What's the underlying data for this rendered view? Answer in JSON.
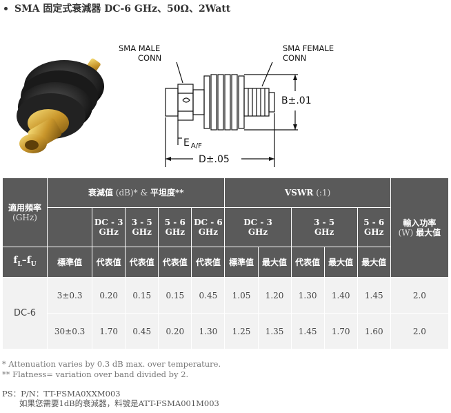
{
  "title": "SMA 固定式衰減器 DC-6 GHz、50Ω、2Watt",
  "drawing": {
    "male_label_1": "SMA MALE",
    "male_label_2": "CONN",
    "female_label_1": "SMA FEMALE",
    "female_label_2": "CONN",
    "dim_b": "B±.01",
    "dim_e": "E",
    "dim_e_sub": "A/F",
    "dim_d": "D±.05"
  },
  "table": {
    "col_freq": "適用頻率",
    "col_freq_unit": "(GHz)",
    "col_atten": "衰減值",
    "col_atten_unit": " (dB)* & ",
    "col_flat": "平坦度**",
    "col_vswr": "VSWR",
    "col_vswr_unit": " (:1)",
    "col_power": "輸入功率",
    "col_power_unit": "(W) ",
    "col_power_max": "最大值",
    "sub_dc3": "DC - 3",
    "sub_35": "3 - 5",
    "sub_56": "5 - 6",
    "sub_dc6": "DC - 6",
    "sub_ghz": "GHz",
    "fl": "f",
    "fl_sub": "L",
    "dash": "–",
    "fu": "f",
    "fu_sub": "U",
    "h_std": "標準值",
    "h_rep": "代表值",
    "h_max": "最大值",
    "range": "DC-6",
    "rows": [
      {
        "nominal": "3±0.3",
        "a1": "0.20",
        "a2": "0.15",
        "a3": "0.15",
        "a4": "0.45",
        "v1": "1.05",
        "v2": "1.20",
        "v3": "1.30",
        "v4": "1.40",
        "v5": "1.45",
        "p": "2.0"
      },
      {
        "nominal": "30±0.3",
        "a1": "1.70",
        "a2": "0.45",
        "a3": "0.20",
        "a4": "1.30",
        "v1": "1.25",
        "v2": "1.35",
        "v3": "1.45",
        "v4": "1.70",
        "v5": "1.60",
        "p": "2.0"
      }
    ]
  },
  "notes": {
    "n1": "* Attenuation varies by 0.3 dB max. over temperature.",
    "n2": "** Flatness= variation over band divided by 2."
  },
  "ps": {
    "line1": "PS：P/N：TT-FSMA0XXM003",
    "line2": "如果您需要1dB的衰減器，料號是ATT-FSMA001M003"
  },
  "colors": {
    "header_bg": "#5a5a5a",
    "cell_bg": "#f2f2f2"
  }
}
